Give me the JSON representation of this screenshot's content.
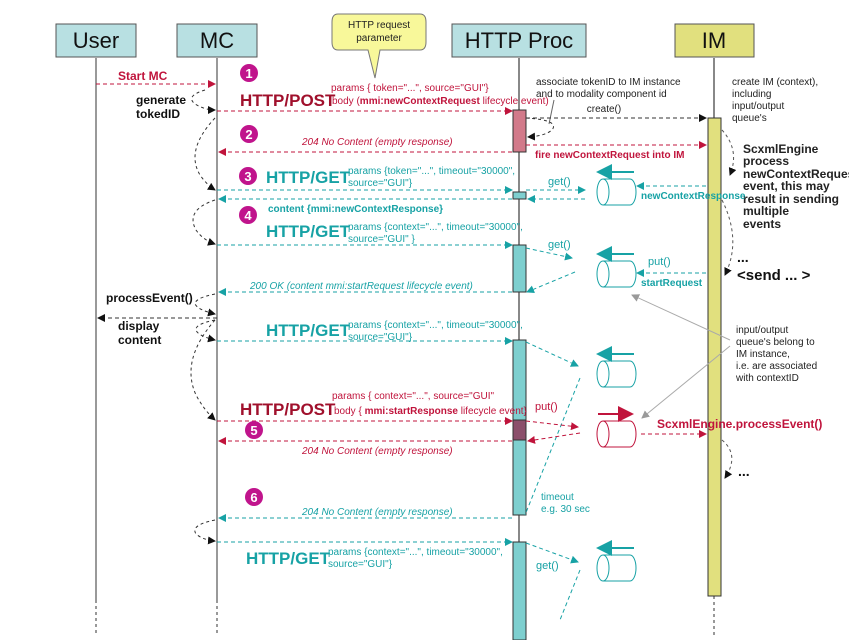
{
  "colors": {
    "actor_fill": "#b8e0e2",
    "im_fill": "#e1e07e",
    "red": "#c0143c",
    "teal": "#17a2a5",
    "black": "#111111",
    "magenta": "#c0148c",
    "gray": "#9a9a9a",
    "callout_fill": "#f8f89a"
  },
  "actors": [
    {
      "id": "user",
      "label": "User"
    },
    {
      "id": "mc",
      "label": "MC"
    },
    {
      "id": "http",
      "label": "HTTP Proc"
    },
    {
      "id": "im",
      "label": "IM"
    }
  ],
  "callout": {
    "line1": "HTTP request",
    "line2": "parameter"
  },
  "steps": [
    "1",
    "2",
    "3",
    "4",
    "5",
    "6"
  ],
  "labels": {
    "start_mc": "Start MC",
    "generate": "generate",
    "token_id": "tokedID",
    "post1": "HTTP/POST",
    "post1_params": "params { token=\"...\", source=\"GUI\"}",
    "post1_body_pre": "body (",
    "post1_body_bold": "mmi:newContextRequest",
    "post1_body_post": " lifecycle event)",
    "assoc1": "associate tokenID to IM instance",
    "assoc2": "and to modality component id",
    "create": "create()",
    "im_note1": "create IM (context),",
    "im_note2": "including",
    "im_note3": "input/output",
    "im_note4": "queue's",
    "no_content1": "204 No Content (empty response)",
    "fire": "fire newContextRequest into IM",
    "engine1": "ScxmlEngine",
    "engine2": "process",
    "engine3": "newContextRequest",
    "engine4": "event, this may",
    "engine5": "result in sending",
    "engine6": "multiple",
    "engine7": "events",
    "get1": "HTTP/GET",
    "get1_params1": "params {token=\"...\", timeout=\"30000\",",
    "get1_params2": "source=\"GUI\"}",
    "get_call": "get()",
    "new_ctx_resp": "newContextResponse",
    "content_resp": "content {mmi:newContextResponse}",
    "get2": "HTTP/GET",
    "get2_params1": "params {context=\"...\", timeout=\"30000\",",
    "get2_params2": "source=\"GUI\" }",
    "ellipsis": "...",
    "send": "<send ... >",
    "put_call": "put()",
    "start_request": "startRequest",
    "ok200": "200 OK (content mmi:startRequest lifecycle event)",
    "process_event": "processEvent()",
    "display": "display",
    "content": "content",
    "get3": "HTTP/GET",
    "get3_params1": "params {context=\"...\", timeout=\"30000\",",
    "get3_params2": "source=\"GUI\"}",
    "queue_note1": "input/output",
    "queue_note2": "queue's belong to",
    "queue_note3": "IM instance,",
    "queue_note4": "i.e. are associated",
    "queue_note5": "with contextID",
    "post2": "HTTP/POST",
    "post2_params": "params { context=\"...\", source=\"GUI\"",
    "post2_body_pre": "body { ",
    "post2_body_bold": "mmi:startResponse",
    "post2_body_post": " lifecycle event}",
    "put_call2": "put()",
    "engine_process": "ScxmlEngine.processEvent()",
    "no_content2": "204 No Content (empty response)",
    "ellipsis2": "...",
    "timeout1": "timeout",
    "timeout2": "e.g. 30 sec",
    "no_content3": "204  No Content (empty response)",
    "get4": "HTTP/GET",
    "get4_params1": "params {context=\"...\", timeout=\"30000\",",
    "get4_params2": "source=\"GUI\"}",
    "get_call4": "get()"
  }
}
